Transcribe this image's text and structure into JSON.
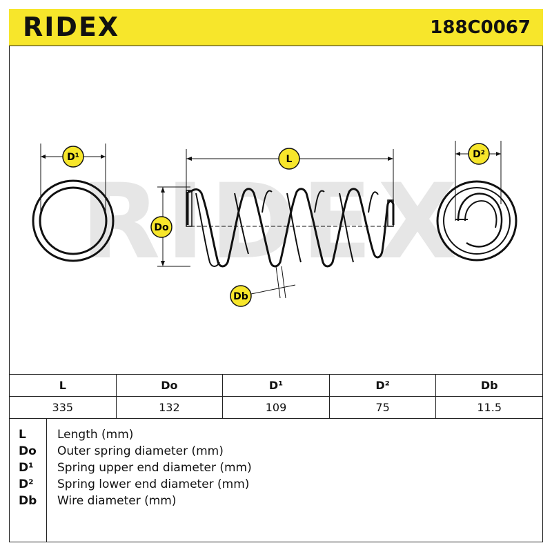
{
  "header": {
    "brand": "RIDEX",
    "part_number": "188C0067"
  },
  "diagram": {
    "watermark": "RIDEX",
    "labels": {
      "d1": "D¹",
      "l": "L",
      "d2": "D²",
      "do": "Do",
      "db": "Db"
    }
  },
  "specs": {
    "headers": [
      "L",
      "Do",
      "D¹",
      "D²",
      "Db"
    ],
    "values": [
      "335",
      "132",
      "109",
      "75",
      "11.5"
    ]
  },
  "legend": [
    {
      "abbr": "L",
      "desc": "Length (mm)"
    },
    {
      "abbr": "Do",
      "desc": "Outer spring diameter (mm)"
    },
    {
      "abbr": "D¹",
      "desc": "Spring upper end diameter (mm)"
    },
    {
      "abbr": "D²",
      "desc": "Spring lower end diameter (mm)"
    },
    {
      "abbr": "Db",
      "desc": "Wire diameter (mm)"
    }
  ],
  "colors": {
    "accent": "#f7e62b",
    "ink": "#111111",
    "watermark": "#e6e6e6"
  }
}
